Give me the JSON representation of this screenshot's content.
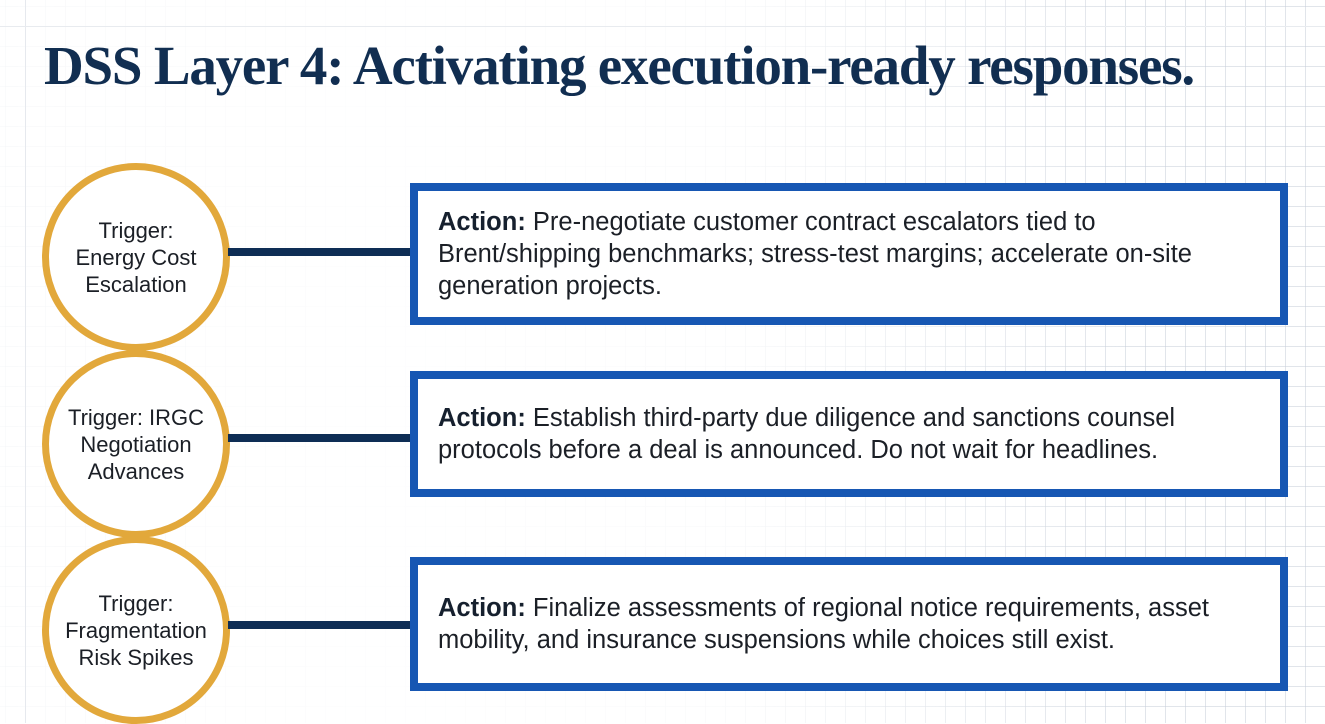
{
  "title": "DSS Layer 4: Activating execution-ready responses.",
  "colors": {
    "title": "#112e51",
    "circle_border": "#e2a83b",
    "connector": "#0e2d55",
    "box_border": "#1757b3",
    "text": "#1b1f26"
  },
  "rows": [
    {
      "trigger": "Trigger:\nEnergy Cost\nEscalation",
      "action_label": "Action:",
      "action_text": " Pre-negotiate customer contract escalators tied to Brent/shipping benchmarks; stress-test margins; accelerate on-site generation projects."
    },
    {
      "trigger": "Trigger: IRGC\nNegotiation\nAdvances",
      "action_label": "Action:",
      "action_text": " Establish third-party due diligence and sanctions counsel protocols before a deal is announced. Do not wait for headlines."
    },
    {
      "trigger": "Trigger:\nFragmentation\nRisk Spikes",
      "action_label": "Action:",
      "action_text": " Finalize assessments of regional notice requirements, asset mobility, and insurance suspensions while choices still exist."
    }
  ]
}
